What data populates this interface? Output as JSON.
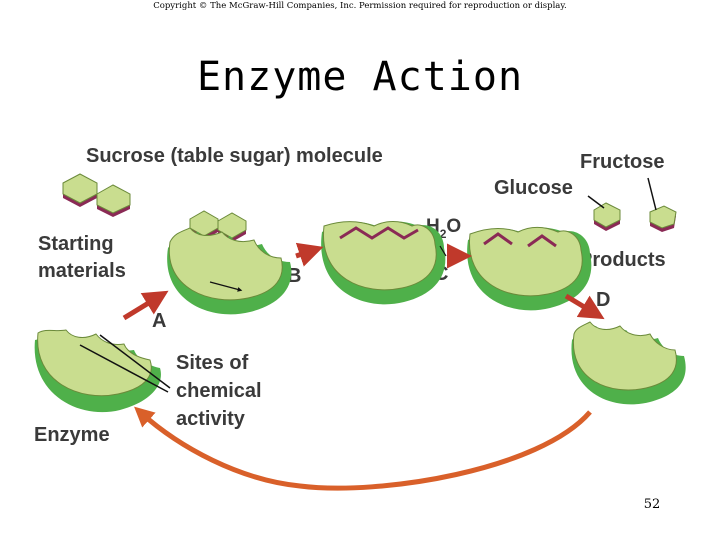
{
  "copyright": "Copyright © The McGraw-Hill Companies, Inc. Permission required for reproduction or display.",
  "title": "Enzyme Action",
  "labels": {
    "sucrose": "Sucrose (table sugar) molecule",
    "fructose": "Fructose",
    "glucose": "Glucose",
    "starting_line1": "Starting",
    "starting_line2": "materials",
    "products": "Products",
    "sites_line1": "Sites of",
    "sites_line2": "chemical",
    "sites_line3": "activity",
    "enzyme": "Enzyme",
    "water_h": "H",
    "water_sub": "2",
    "water_o": "O",
    "step_a": "A",
    "step_b": "B",
    "step_c": "C",
    "step_d": "D"
  },
  "colors": {
    "enzyme_light": "#c9dd8f",
    "enzyme_dark": "#4fb04a",
    "sugar_fill": "#c9dd8f",
    "sugar_edge": "#8a2a55",
    "arrow_red": "#c0392b",
    "cycle_arrow": "#d9602a"
  },
  "page_number": "52"
}
